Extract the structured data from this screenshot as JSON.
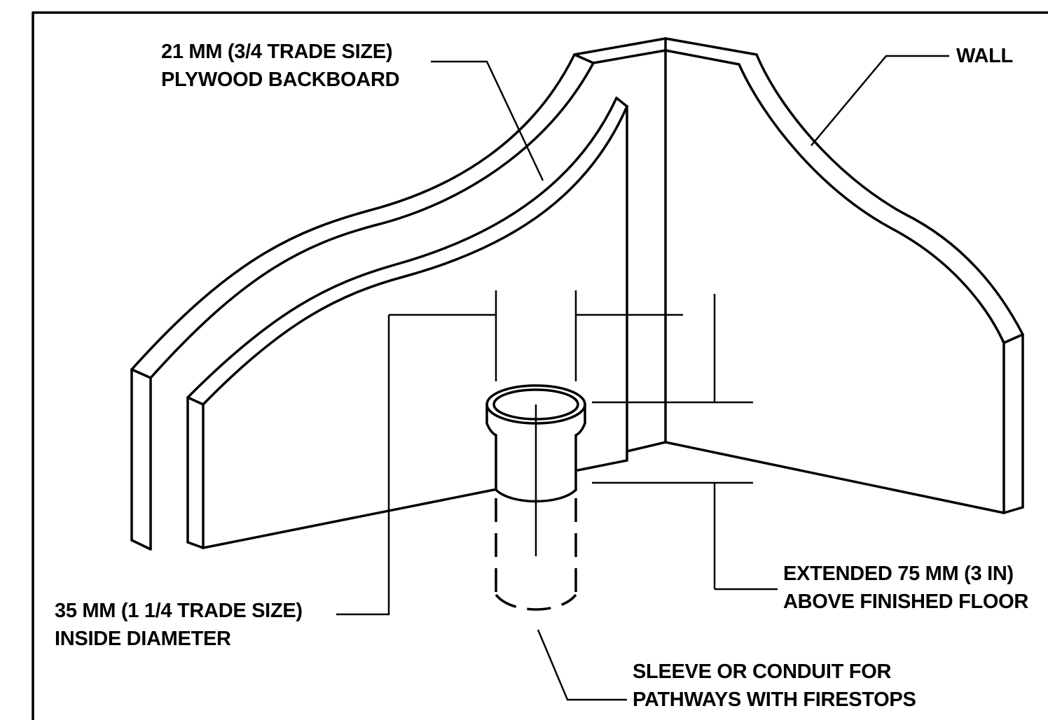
{
  "labels": {
    "backboard": {
      "line1": "21 MM (3/4 TRADE SIZE)",
      "line2": "PLYWOOD BACKBOARD"
    },
    "wall": {
      "line1": "WALL"
    },
    "diameter": {
      "line1": "35 MM (1 1/4 TRADE SIZE)",
      "line2": "INSIDE DIAMETER"
    },
    "extended": {
      "line1": "EXTENDED 75 MM (3 IN)",
      "line2": "ABOVE FINISHED FLOOR"
    },
    "sleeve": {
      "line1": "SLEEVE OR CONDUIT FOR",
      "line2": "PATHWAYS WITH FIRESTOPS"
    }
  },
  "colors": {
    "line": "#000000",
    "background": "#ffffff"
  }
}
